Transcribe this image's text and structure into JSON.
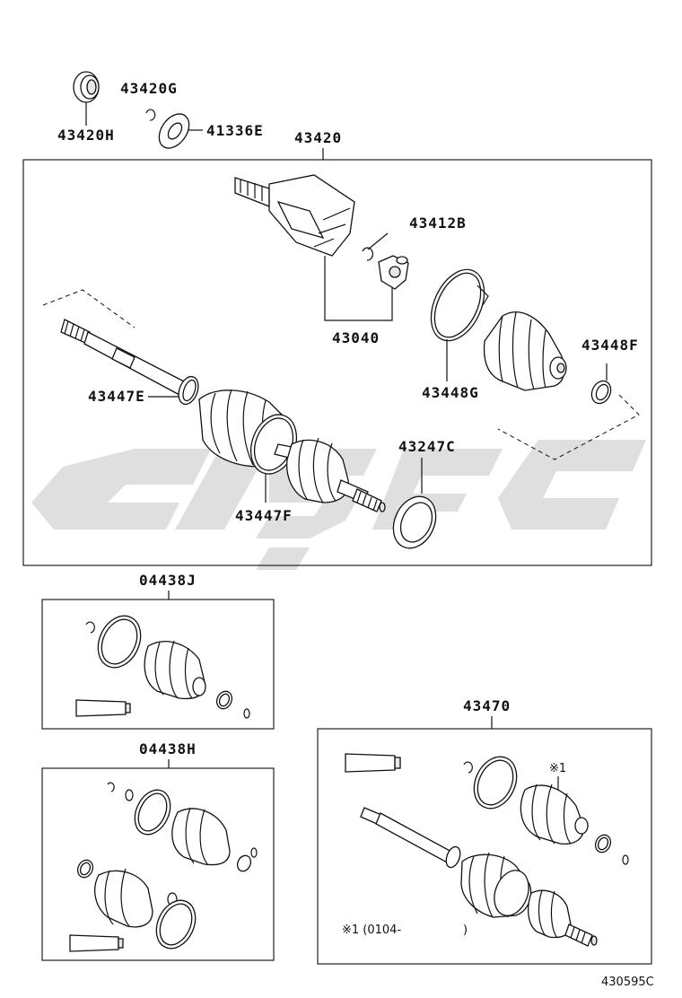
{
  "labels": {
    "p43420g": "43420G",
    "p43420h": "43420H",
    "p41336e": "41336E",
    "p43420": "43420",
    "p43412b": "43412B",
    "p43040": "43040",
    "p43448f": "43448F",
    "p43447e": "43447E",
    "p43448g": "43448G",
    "p43247c": "43247C",
    "p43447f": "43447F",
    "p04438j": "04438J",
    "p43470": "43470",
    "p04438h": "04438H",
    "mark1": "※1",
    "note1": "※1 (0104-",
    "note1_close": ")",
    "diagram_code": "430595C"
  }
}
